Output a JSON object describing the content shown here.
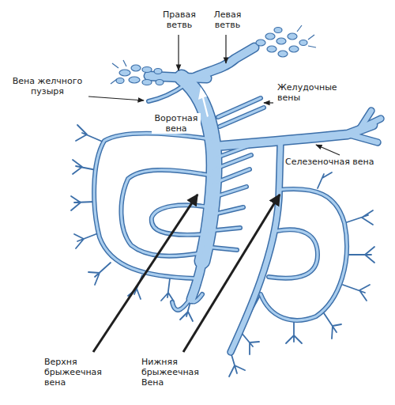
{
  "diagram": {
    "labels": [
      "Правая ветвь",
      "Левая ветвь",
      "Вена желчного пузыря",
      "Желудочные вены",
      "Воротная вена",
      "Селезеночная вена",
      "Верхня брыжеечная вена",
      "Нижняя брыжеечная Вена"
    ]
  }
}
